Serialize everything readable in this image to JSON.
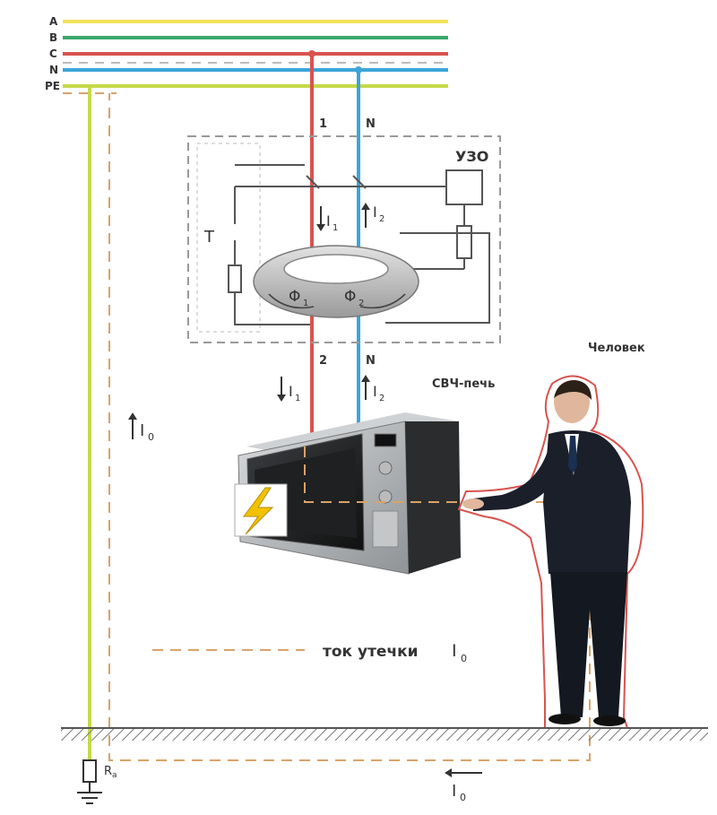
{
  "bus_labels": [
    "A",
    "B",
    "C",
    "N",
    "PE"
  ],
  "rcd_label": "УЗО",
  "phase_terminal_top": "1",
  "neutral_terminal_top": "N",
  "phase_terminal_bottom": "2",
  "neutral_terminal_bottom": "N",
  "current_i1": "I",
  "current_i2": "I",
  "sub_1": "1",
  "sub_2": "2",
  "test_label": "T",
  "flux_label": "Φ",
  "leak_current_symbol": "I",
  "leak_sub": "0",
  "resistor_label": "R",
  "resistor_sub": "a",
  "appliance_label": "СВЧ-печь",
  "person_label": "Человек",
  "legend_text": "ток утечки",
  "colors": {
    "phase_a": "#f2e25b",
    "phase_b": "#3aa86b",
    "phase_c": "#d9534f",
    "neutral": "#3da5d9",
    "pe": "#c5d94a",
    "leak_path": "#d9a36a",
    "rcd_border": "#999999",
    "person_outline": "#d9534f"
  }
}
